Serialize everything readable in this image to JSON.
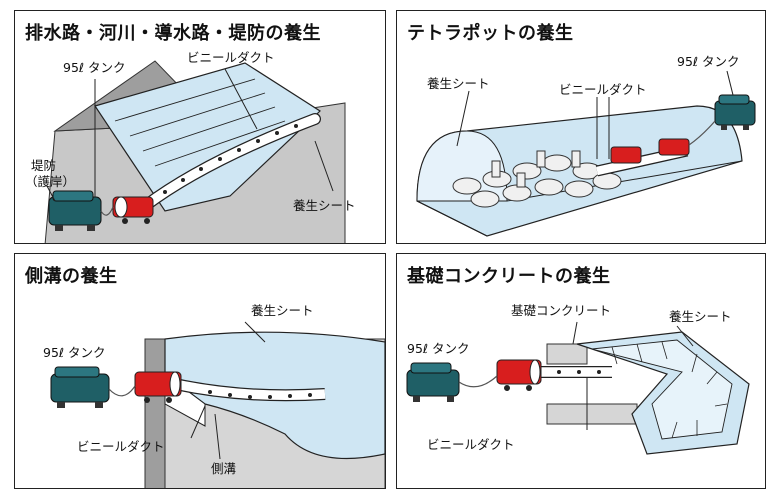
{
  "panels": [
    {
      "title": "排水路・河川・導水路・堤防の養生",
      "labels": {
        "tank": "95ℓ タンク",
        "duct": "ビニールダクト",
        "embankment_1": "堤防",
        "embankment_2": "（護岸）",
        "sheet": "養生シート"
      }
    },
    {
      "title": "テトラポットの養生",
      "labels": {
        "tank": "95ℓ タンク",
        "sheet": "養生シート",
        "duct": "ビニールダクト"
      }
    },
    {
      "title": "側溝の養生",
      "labels": {
        "sheet": "養生シート",
        "tank": "95ℓ タンク",
        "duct": "ビニールダクト",
        "gutter": "側溝"
      }
    },
    {
      "title": "基礎コンクリートの養生",
      "labels": {
        "concrete": "基礎コンクリート",
        "sheet": "養生シート",
        "tank": "95ℓ タンク",
        "duct": "ビニールダクト"
      }
    }
  ],
  "colors": {
    "sheet": "#cfe6f3",
    "sheet_dark": "#9fc8e0",
    "tank": "#1f5f66",
    "heater": "#d81e1e",
    "ground": "#bdbdbd",
    "concrete": "#d6d6d6"
  }
}
